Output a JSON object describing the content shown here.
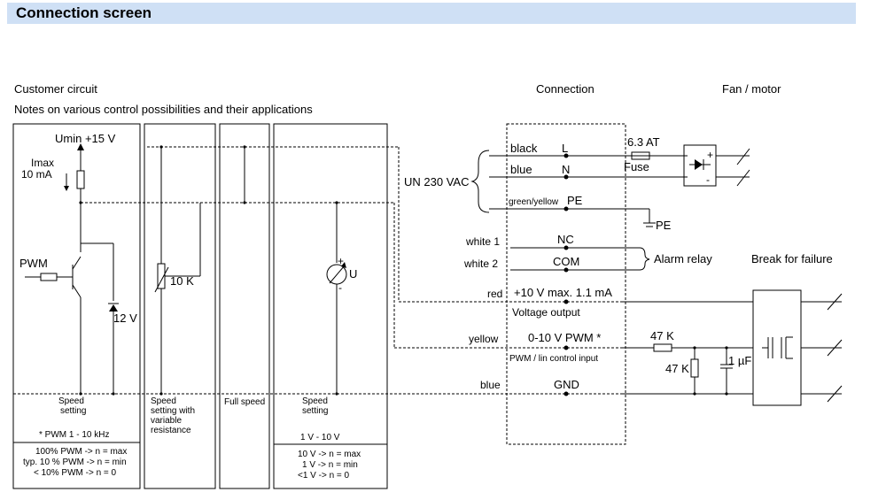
{
  "header": {
    "title": "Connection screen"
  },
  "sections": {
    "customer_circuit": "Customer circuit",
    "notes": "Notes on various control possibilities and their applications",
    "connection": "Connection",
    "fan_motor": "Fan / motor"
  },
  "customer": {
    "umin": "Umin +15 V",
    "imax": "Imax",
    "imax_val": "10 mA",
    "pwm": "PWM",
    "zener": "12 V",
    "pot": "10 K",
    "meter": "U",
    "meter_plus": "+",
    "meter_minus": "-",
    "box_labels": [
      [
        "Speed",
        "setting"
      ],
      [
        "Speed",
        "setting with",
        "variable",
        "resistance"
      ],
      [
        "Full speed"
      ],
      [
        "Speed",
        "setting"
      ]
    ],
    "pwm_freq": "* PWM 1 - 10 kHz",
    "pwm_notes": [
      "100% PWM -> n = max",
      "typ. 10 % PWM -> n = min",
      "< 10% PWM -> n = 0"
    ],
    "volt_range": "1 V - 10 V",
    "volt_notes": [
      "10 V -> n = max",
      "1 V -> n = min",
      "<1 V -> n = 0"
    ]
  },
  "connection": {
    "supply": "UN 230 VAC",
    "wires": {
      "black": "black",
      "blue": "blue",
      "green_yellow": "green/yellow",
      "white1": "white 1",
      "white2": "white 2",
      "red": "red",
      "yellow": "yellow",
      "blue_gnd": "blue"
    },
    "pins": {
      "L": "L",
      "N": "N",
      "PE": "PE",
      "NC": "NC",
      "COM": "COM",
      "vout": "+10 V max. 1.1 mA",
      "vout_label": "Voltage output",
      "ctrl": "0-10 V  PWM *",
      "ctrl_label": "PWM / lin control input",
      "gnd": "GND"
    },
    "fuse_rating": "6.3 AT",
    "fuse": "Fuse",
    "pe_ground": "PE",
    "alarm": "Alarm relay",
    "break": "Break for failure",
    "r1": "47 K",
    "r2": "47 K",
    "cap": "1 µF",
    "motor_plus": "+",
    "motor_minus": "-"
  }
}
